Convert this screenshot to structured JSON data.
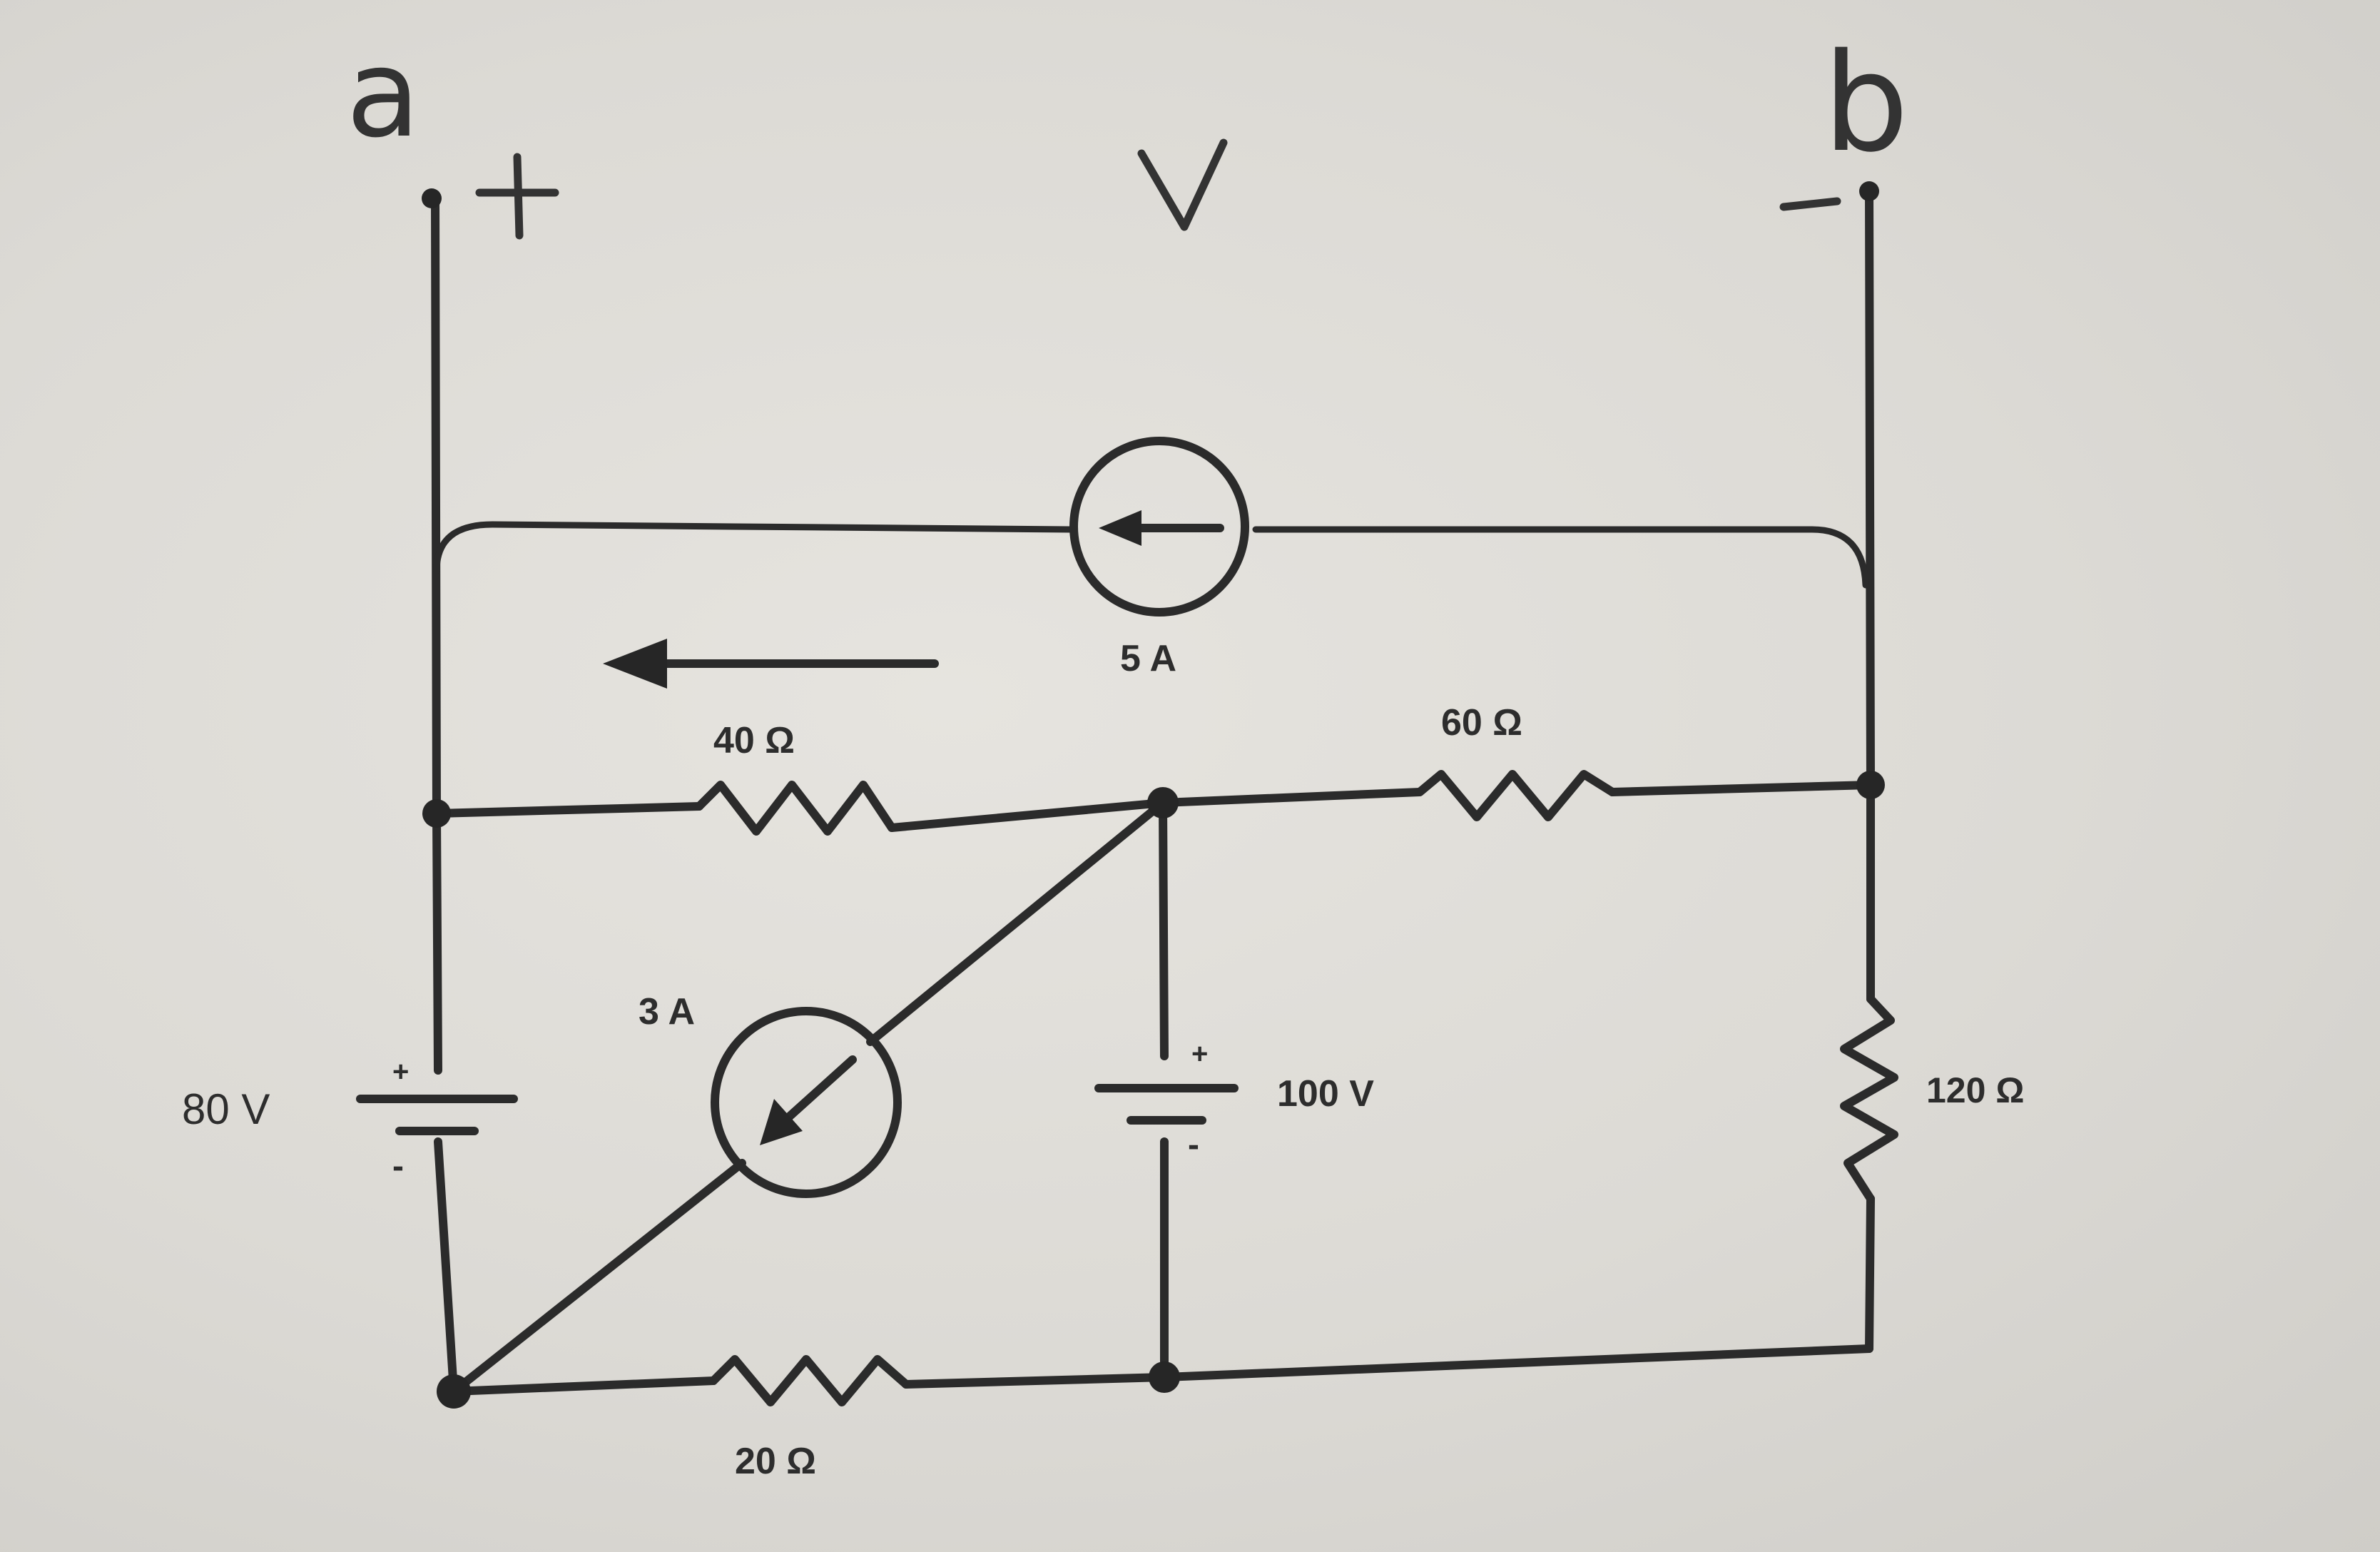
{
  "terminals": {
    "a": {
      "name": "a",
      "polarity": "+"
    },
    "b": {
      "name": "b",
      "polarity": "-"
    }
  },
  "voltage_label": "V",
  "sources": {
    "current_top": {
      "label": "5 A"
    },
    "current_diag": {
      "label": "3 A"
    },
    "voltage_left": {
      "label": "80 V",
      "plus": "+",
      "minus": "-"
    },
    "voltage_mid": {
      "label": "100 V",
      "plus": "+",
      "minus": "-"
    }
  },
  "resistors": {
    "r40": {
      "label": "40 Ω"
    },
    "r60": {
      "label": "60 Ω"
    },
    "r120": {
      "label": "120 Ω"
    },
    "r20": {
      "label": "20 Ω"
    }
  },
  "colors": {
    "ink": "#2b2b2b",
    "paper": "#dcdad5"
  }
}
